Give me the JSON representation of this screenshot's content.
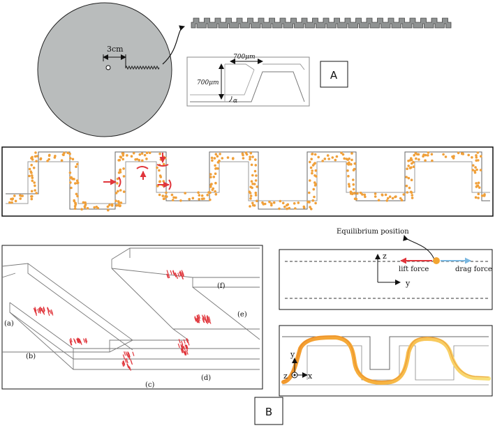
{
  "panel_a": {
    "label": "A",
    "disk_radius_label": "3cm",
    "inset_width_label": "700μm",
    "inset_height_label": "700μm",
    "inset_angle_label": "α"
  },
  "panel_b": {
    "label": "B",
    "region_labels": [
      "(a)",
      "(b)",
      "(c)",
      "(d)",
      "(e)",
      "(f)"
    ]
  },
  "force_diagram": {
    "title": "Equilibrium position",
    "axis_z": "z",
    "axis_y": "y",
    "lift_force": "lift force",
    "drag_force": "drag force"
  },
  "trajectory_panel": {
    "axis_y": "y",
    "axis_z": "z",
    "axis_x": "x"
  },
  "colors": {
    "disk": "#b9bcbc",
    "channel_fill": "#8f9292",
    "particle": "#f0a03a",
    "red_arrow": "#e0353b",
    "blue_arrow": "#7ab7e0",
    "equilibrium_dot": "#f2a531"
  }
}
